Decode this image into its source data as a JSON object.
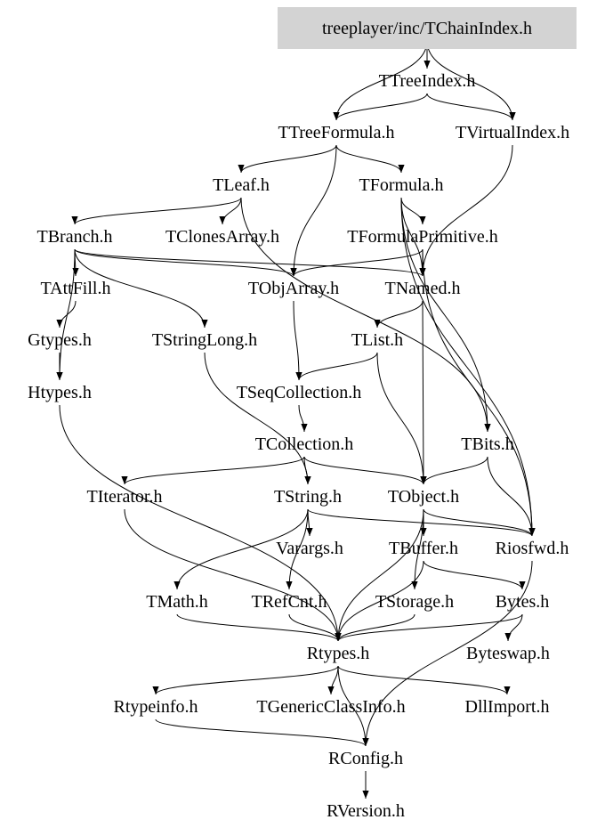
{
  "graph": {
    "root": "treeplayer/inc/TChainIndex.h",
    "root_fill": "#d3d3d3",
    "nodes": [
      "treeplayer/inc/TChainIndex.h",
      "TTreeIndex.h",
      "TTreeFormula.h",
      "TVirtualIndex.h",
      "TLeaf.h",
      "TFormula.h",
      "TBranch.h",
      "TClonesArray.h",
      "TFormulaPrimitive.h",
      "TAttFill.h",
      "TObjArray.h",
      "TNamed.h",
      "Gtypes.h",
      "TStringLong.h",
      "TList.h",
      "Htypes.h",
      "TSeqCollection.h",
      "TCollection.h",
      "TBits.h",
      "TIterator.h",
      "TString.h",
      "TObject.h",
      "Varargs.h",
      "TBuffer.h",
      "Riosfwd.h",
      "TMath.h",
      "TRefCnt.h",
      "TStorage.h",
      "Bytes.h",
      "Rtypes.h",
      "Byteswap.h",
      "Rtypeinfo.h",
      "TGenericClassInfo.h",
      "DllImport.h",
      "RConfig.h",
      "RVersion.h"
    ],
    "edges": [
      [
        0,
        1
      ],
      [
        0,
        2
      ],
      [
        0,
        3
      ],
      [
        1,
        2
      ],
      [
        1,
        3
      ],
      [
        2,
        4
      ],
      [
        2,
        5
      ],
      [
        2,
        10
      ],
      [
        3,
        11
      ],
      [
        4,
        6
      ],
      [
        4,
        7
      ],
      [
        4,
        18
      ],
      [
        5,
        8
      ],
      [
        5,
        18
      ],
      [
        5,
        24
      ],
      [
        5,
        11
      ],
      [
        6,
        9
      ],
      [
        6,
        15
      ],
      [
        6,
        10
      ],
      [
        6,
        11
      ],
      [
        6,
        13
      ],
      [
        8,
        11
      ],
      [
        8,
        10
      ],
      [
        8,
        24
      ],
      [
        9,
        12
      ],
      [
        12,
        15
      ],
      [
        15,
        29
      ],
      [
        11,
        14
      ],
      [
        11,
        21
      ],
      [
        10,
        16
      ],
      [
        14,
        16
      ],
      [
        14,
        21
      ],
      [
        13,
        20
      ],
      [
        16,
        17
      ],
      [
        17,
        19
      ],
      [
        17,
        20
      ],
      [
        17,
        21
      ],
      [
        18,
        21
      ],
      [
        18,
        24
      ],
      [
        19,
        29
      ],
      [
        20,
        22
      ],
      [
        20,
        25
      ],
      [
        20,
        26
      ],
      [
        20,
        24
      ],
      [
        21,
        23
      ],
      [
        21,
        24
      ],
      [
        21,
        27
      ],
      [
        21,
        29
      ],
      [
        23,
        28
      ],
      [
        23,
        29
      ],
      [
        24,
        34
      ],
      [
        25,
        29
      ],
      [
        26,
        29
      ],
      [
        27,
        29
      ],
      [
        28,
        29
      ],
      [
        28,
        30
      ],
      [
        29,
        31
      ],
      [
        29,
        32
      ],
      [
        29,
        33
      ],
      [
        29,
        34
      ],
      [
        31,
        34
      ],
      [
        34,
        35
      ]
    ]
  }
}
